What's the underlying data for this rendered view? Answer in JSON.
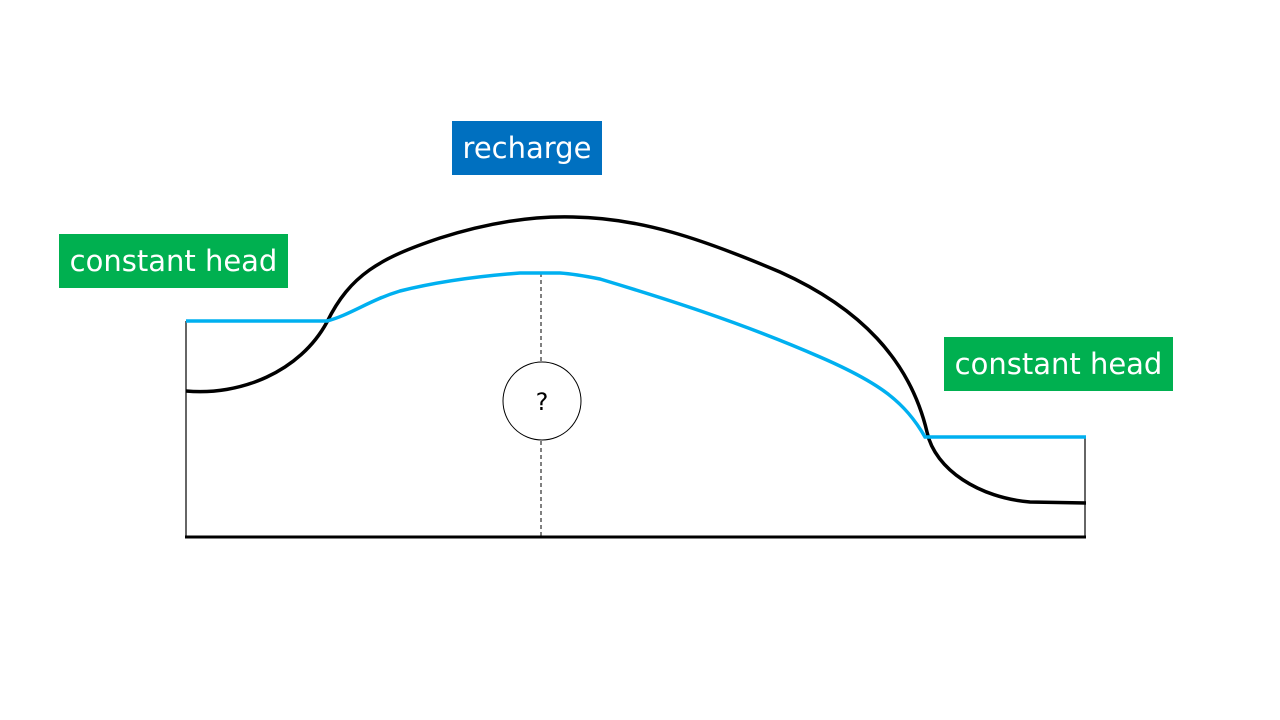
{
  "labels": {
    "recharge": "recharge",
    "constant_head_left": "constant head",
    "constant_head_right": "constant head",
    "unknown": "?"
  },
  "colors": {
    "recharge_box": "#0070C0",
    "constant_head_box": "#00B050",
    "water_table": "#00B0F0",
    "ground_surface": "#000000"
  }
}
